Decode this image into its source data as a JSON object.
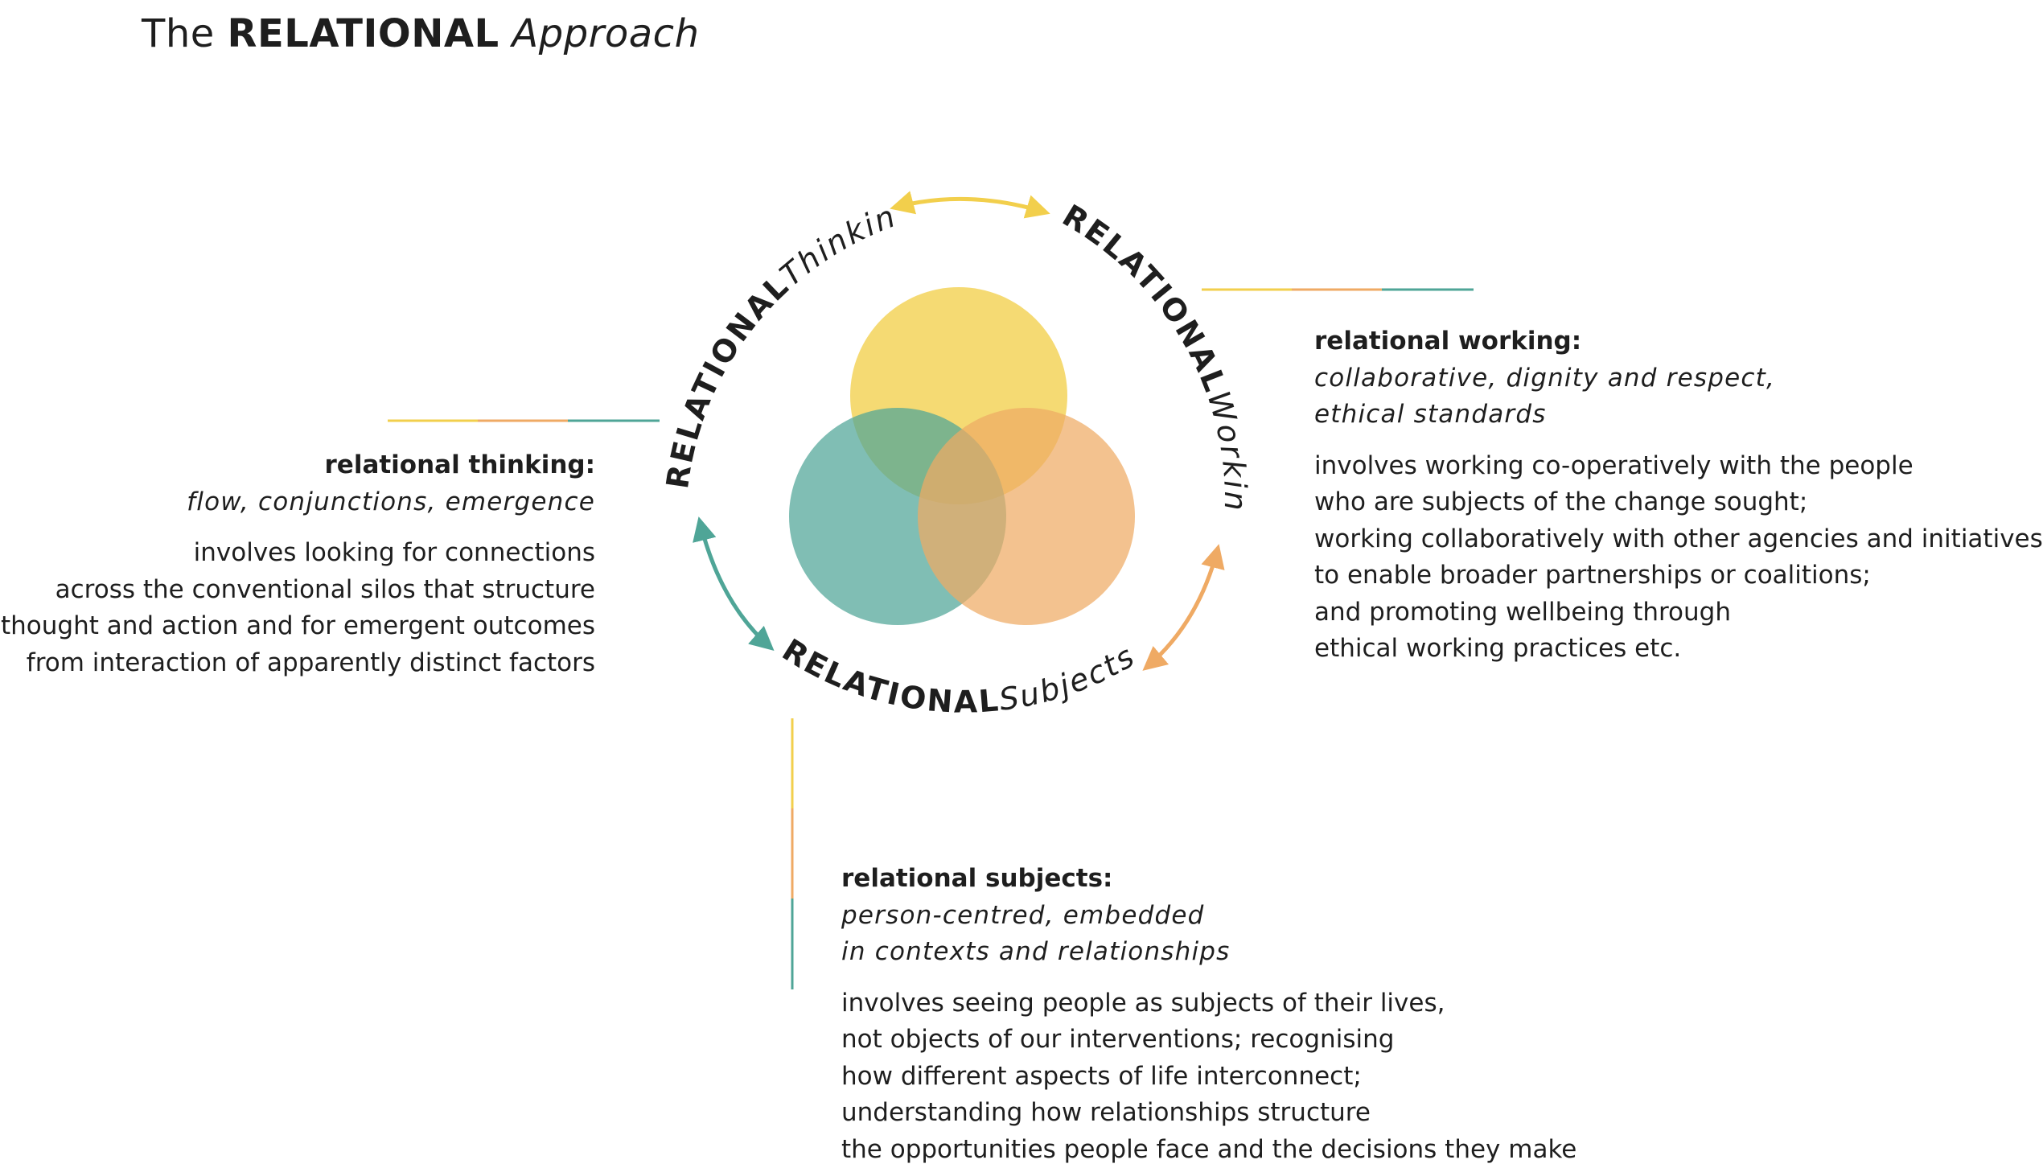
{
  "title": {
    "prefix": "The",
    "bold": "RELATIONAL",
    "italic": "Approach"
  },
  "ring": {
    "thinking": {
      "bold": "RELATIONAL",
      "italic": "Thinking"
    },
    "working": {
      "bold": "RELATIONAL",
      "italic": "Working"
    },
    "subjects": {
      "bold": "RELATIONAL",
      "italic": "Subjects"
    }
  },
  "blocks": {
    "thinking": {
      "heading": "relational thinking:",
      "subtitle": "flow, conjunctions, emergence",
      "body": [
        "involves looking for connections",
        "across the conventional silos that structure",
        "thought and action and for emergent outcomes",
        "from interaction of apparently distinct factors"
      ]
    },
    "working": {
      "heading": "relational working:",
      "subtitle": [
        "collaborative, dignity and respect,",
        "ethical standards"
      ],
      "body": [
        "involves working co-operatively with the people",
        "who are subjects of the change sought;",
        "working collaboratively with other agencies and initiatives,",
        "to enable broader partnerships or coalitions;",
        "and promoting wellbeing through",
        "ethical working practices etc."
      ]
    },
    "subjects": {
      "heading": "relational subjects:",
      "subtitle": [
        "person-centred, embedded",
        "in contexts and relationships"
      ],
      "body": [
        "involves seeing people as subjects of their lives,",
        "not objects of our interventions; recognising",
        "how different aspects of life interconnect;",
        "understanding how relationships structure",
        "the opportunities people face and the decisions they make"
      ]
    }
  },
  "colors": {
    "yellow": "#f2cf4c",
    "orange": "#efaa64",
    "teal": "#4fa597",
    "text": "#1e1e1e"
  }
}
